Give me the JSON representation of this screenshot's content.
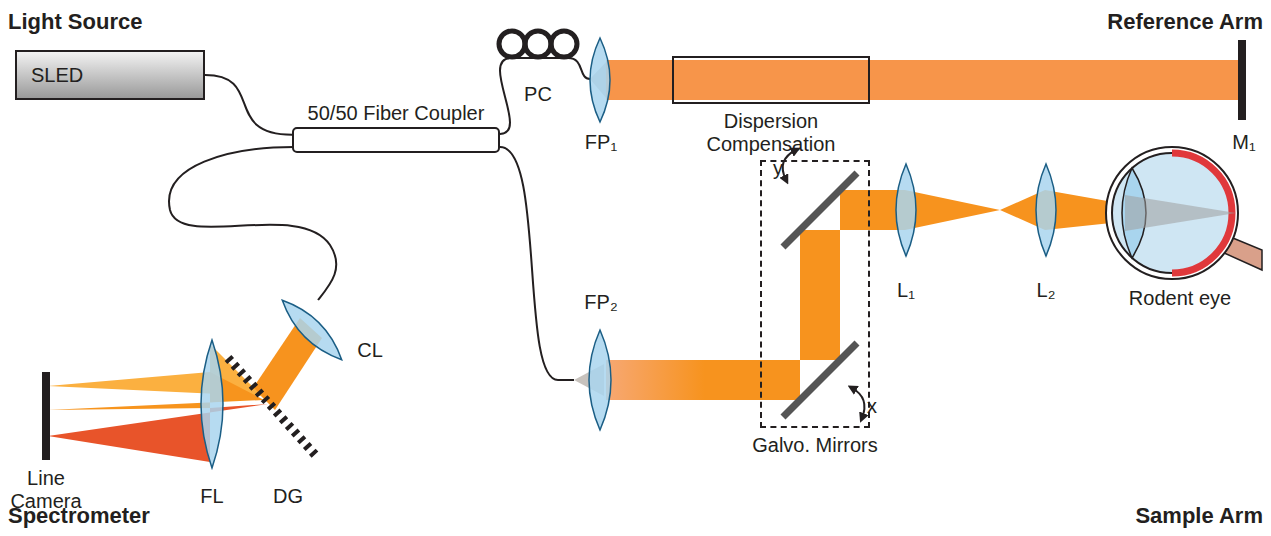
{
  "diagram": {
    "nodes": [
      {
        "text": [
          "SLED"
        ]
      },
      {
        "text": [
          "50/50 Fiber Coupler"
        ]
      },
      {
        "text": [
          "Dispersion Compensation"
        ]
      },
      {
        "text": [
          "Galvo. Mirrors"
        ]
      }
    ],
    "edges": [
      {
        "from": 0,
        "to": 1,
        "arrow": "none"
      }
    ],
    "labels": [
      "Light Source",
      "Reference Arm",
      "Spectrometer",
      "Sample Arm",
      "PC",
      "FP₁",
      "M₁",
      "FP₂",
      "y",
      "x",
      "L₁",
      "L₂",
      "Rodent eye",
      "Line Camera",
      "FL",
      "DG",
      "CL"
    ]
  }
}
